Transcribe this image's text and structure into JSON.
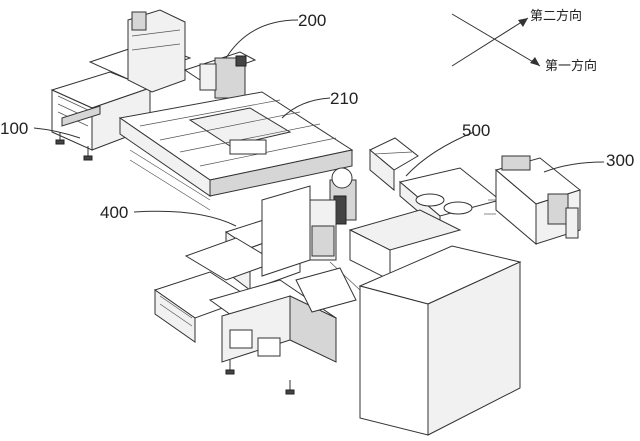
{
  "figure": {
    "labels": {
      "l100": "100",
      "l200": "200",
      "l210": "210",
      "l300": "300",
      "l400": "400",
      "l500": "500"
    },
    "directions": {
      "second": "第二方向",
      "first": "第一方向"
    }
  }
}
